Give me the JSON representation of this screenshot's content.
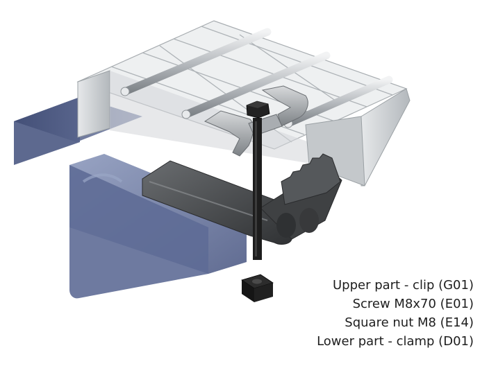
{
  "legend": {
    "upper_part": "Upper part - clip (G01)",
    "screw": "Screw M8x70 (E01)",
    "square_nut": "Square nut M8 (E14)",
    "lower_part": "Lower part - clamp (D01)"
  },
  "colors": {
    "beam": "#56648f",
    "grating": "#c9cdd0",
    "clamp": "#4a4c4e",
    "bolt": "#1c1c1c",
    "text": "#1e1e1e"
  }
}
